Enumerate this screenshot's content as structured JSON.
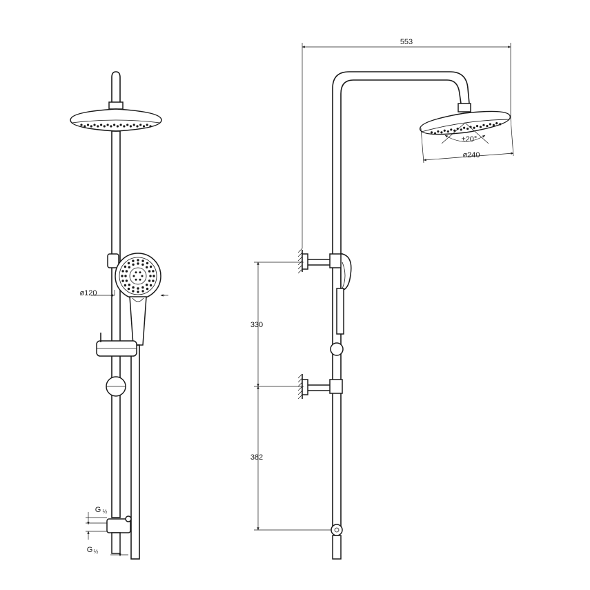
{
  "dimensions": {
    "total_width": "553",
    "head_diameter": "ø240",
    "head_tilt": "±20°",
    "hand_shower_diameter": "ø120",
    "upper_bracket_spacing": "330",
    "lower_height": "382"
  },
  "connections": {
    "upper_thread": "G",
    "upper_thread_fraction": "½",
    "lower_thread": "G",
    "lower_thread_fraction": "½"
  }
}
